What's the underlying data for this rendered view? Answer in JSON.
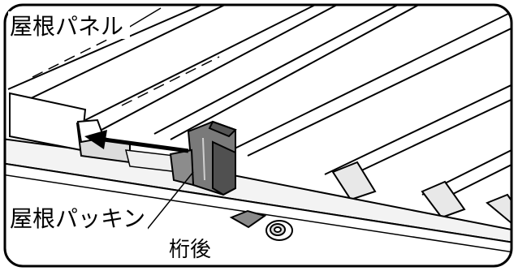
{
  "labels": {
    "roof_panel": "屋根パネル",
    "roof_packing": "屋根パッキン",
    "girder_rear": "桁後"
  },
  "colors": {
    "frame_stroke": "#000000",
    "panel_shade": "#e0e0e0",
    "packing_fill": "#777777",
    "packing_dark": "#4a4a4a",
    "background": "#ffffff"
  },
  "icons": {
    "arrow": "arrow-left-icon",
    "bolt": "hex-bolt-icon"
  }
}
